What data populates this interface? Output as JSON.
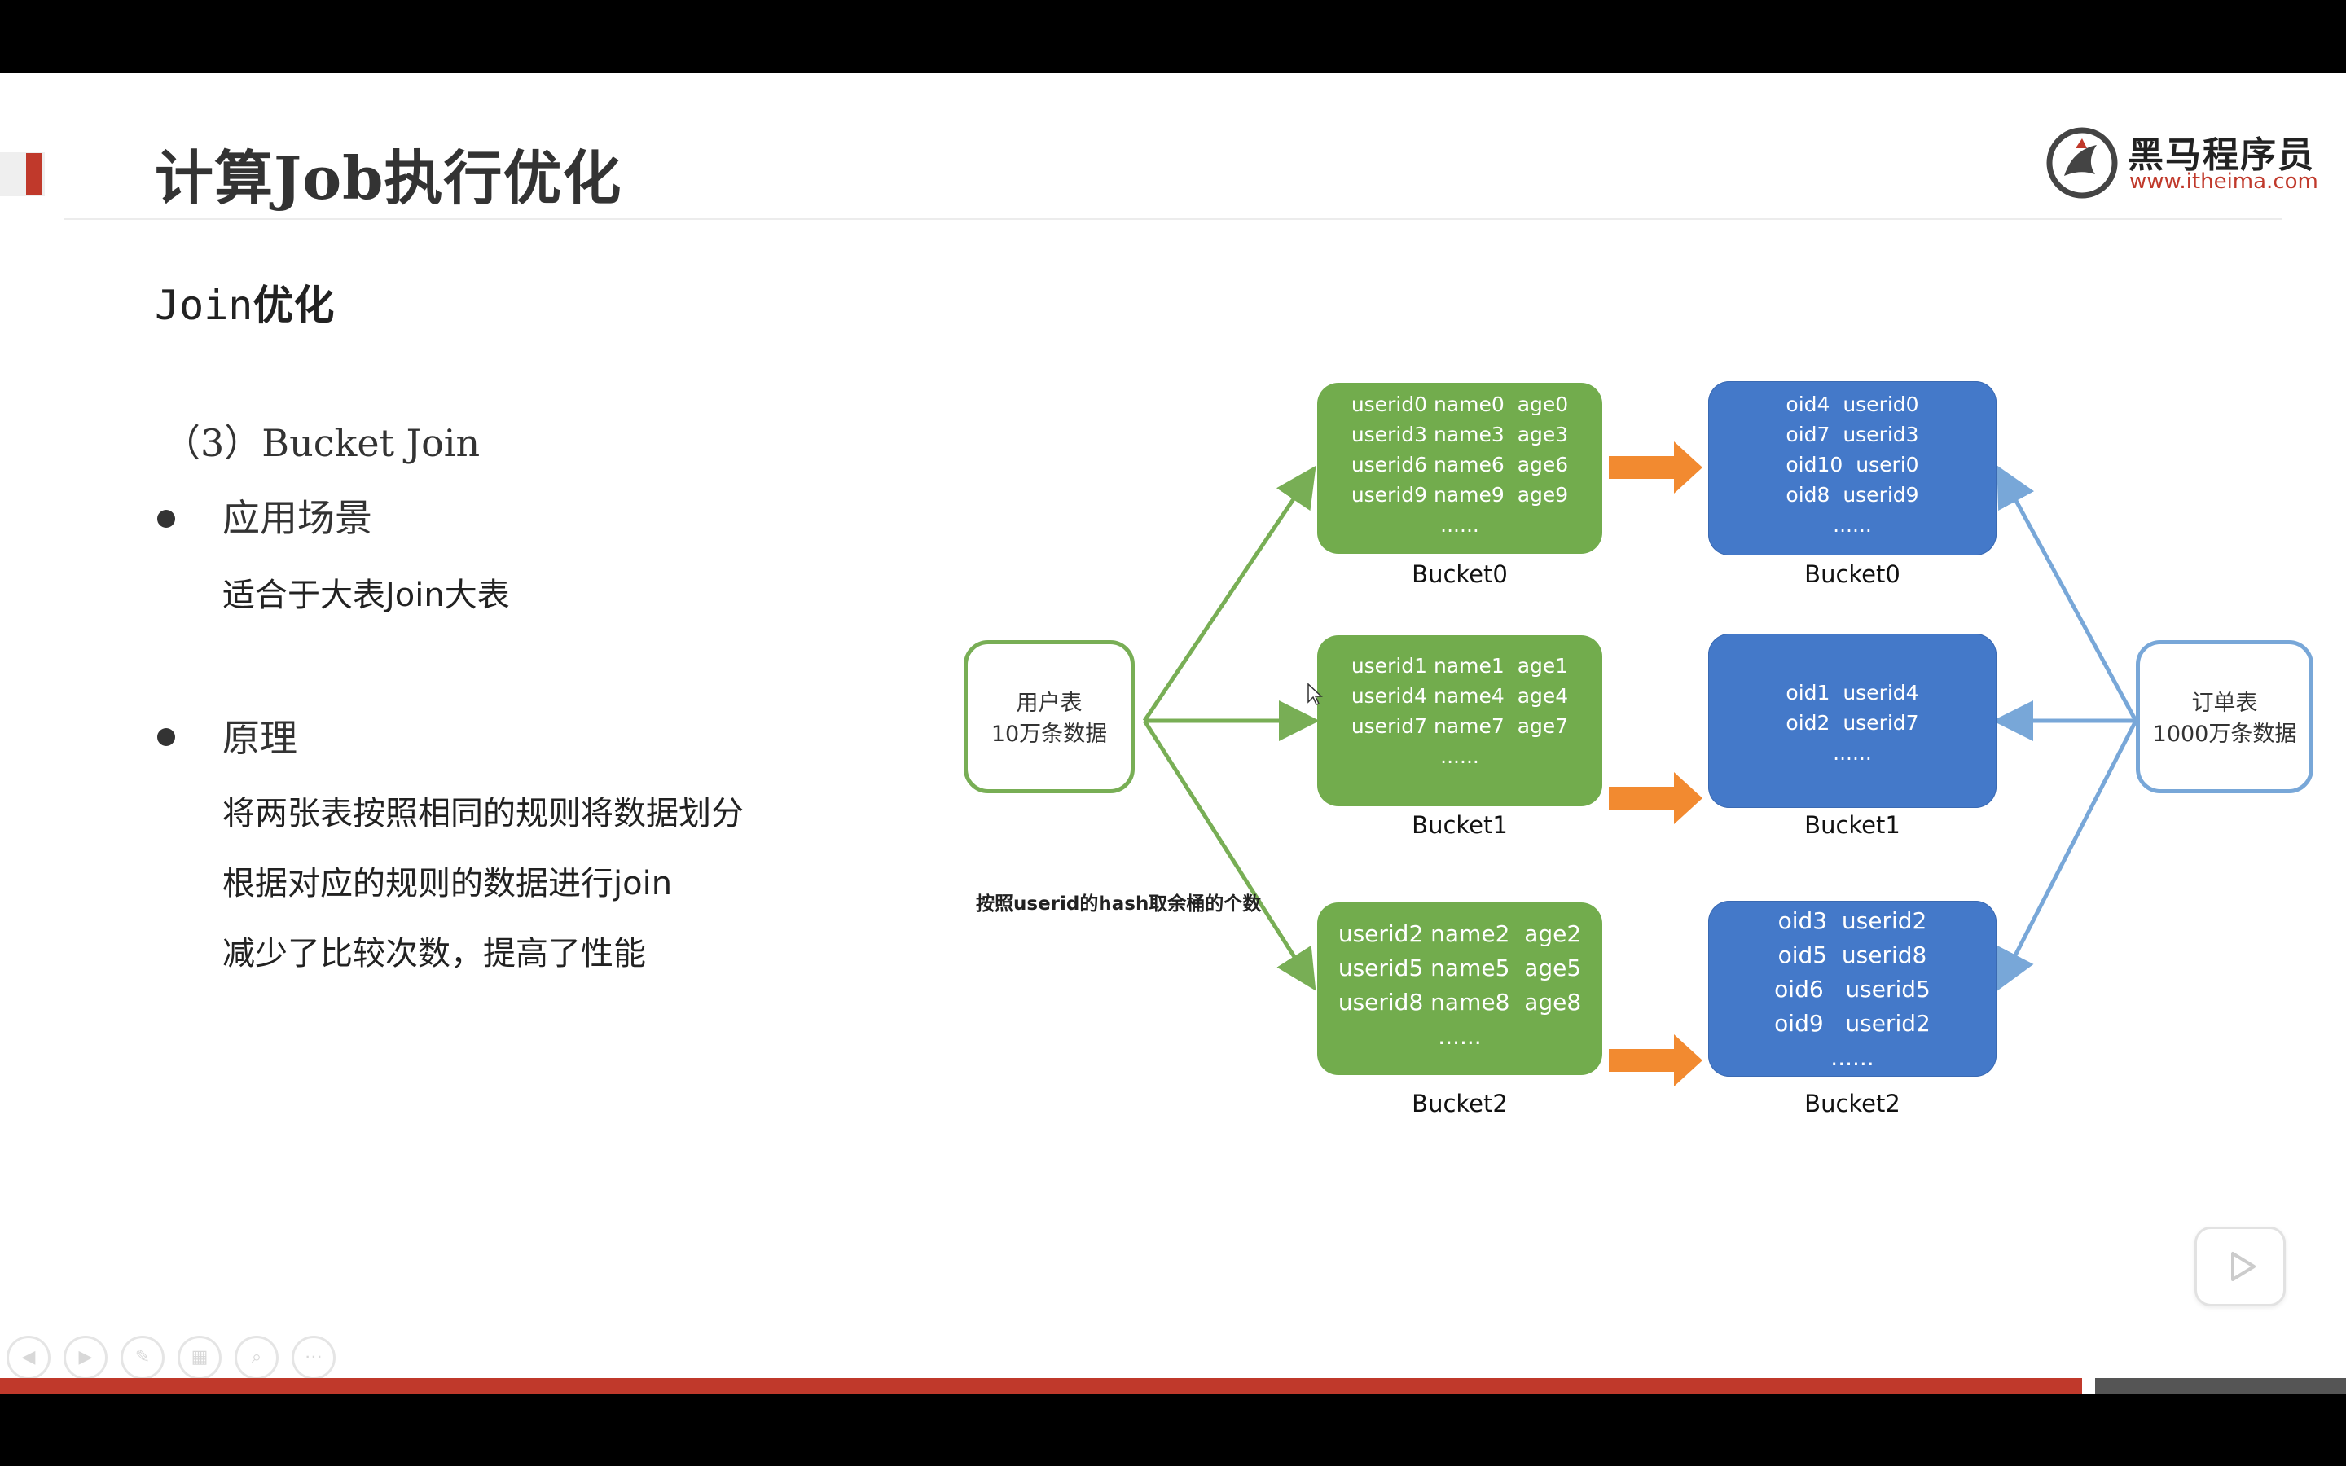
{
  "slide": {
    "title": "计算Job执行优化",
    "subtitle_code": "Join",
    "subtitle_cn": "优化",
    "section": "（3）Bucket Join",
    "bullets": [
      {
        "title": "应用场景",
        "lines": [
          "适合于大表Join大表"
        ]
      },
      {
        "title": "原理",
        "lines": [
          "将两张表按照相同的规则将数据划分",
          "根据对应的规则的数据进行join",
          "减少了比较次数，提高了性能"
        ]
      }
    ]
  },
  "logo": {
    "name": "黑马程序员",
    "url": "www.itheima.com"
  },
  "diagram": {
    "user_table": {
      "title": "用户表",
      "count": "10万条数据"
    },
    "order_table": {
      "title": "订单表",
      "count": "1000万条数据"
    },
    "hash_label": "按照userid的hash取余桶的个数",
    "user_buckets": [
      {
        "label": "Bucket0",
        "rows": [
          "userid0 name0  age0",
          "userid3 name3  age3",
          "userid6 name6  age6",
          "userid9 name9  age9",
          "......"
        ]
      },
      {
        "label": "Bucket1",
        "rows": [
          "userid1 name1  age1",
          "userid4 name4  age4",
          "userid7 name7  age7",
          "......"
        ]
      },
      {
        "label": "Bucket2",
        "rows": [
          "userid2 name2  age2",
          "userid5 name5  age5",
          "userid8 name8  age8",
          "......"
        ]
      }
    ],
    "order_buckets": [
      {
        "label": "Bucket0",
        "rows": [
          "oid4  userid0",
          "oid7  userid3",
          "oid10  useri0",
          "oid8  userid9",
          "......"
        ]
      },
      {
        "label": "Bucket1",
        "rows": [
          "oid1  userid4",
          "oid2  userid7",
          "......"
        ]
      },
      {
        "label": "Bucket2",
        "rows": [
          "oid3  userid2",
          "oid5  userid8",
          "oid6   userid5",
          "oid9   userid2",
          "......"
        ]
      }
    ],
    "colors": {
      "green": "#72ac4d",
      "blue": "#4479c9",
      "orange": "#f28a30",
      "green_line": "#78ae55",
      "blue_line": "#78a7d8"
    }
  },
  "controls": {
    "icons": [
      "prev-icon",
      "next-icon",
      "pen-icon",
      "slides-icon",
      "zoom-icon",
      "more-icon"
    ],
    "progress": 0.89
  }
}
